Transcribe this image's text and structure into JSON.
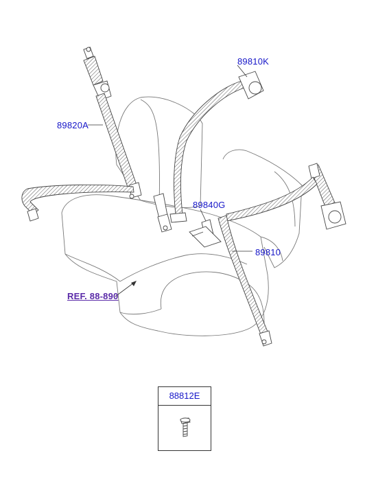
{
  "callouts": {
    "part_89820A": "89820A",
    "part_89810K": "89810K",
    "part_89840G": "89840G",
    "part_89810": "89810",
    "ref_88_890": "REF. 88-890"
  },
  "detail_box": {
    "part_88812E": "88812E"
  },
  "colors": {
    "callout_text": "#1515c8",
    "reference_text": "#5a2aa8",
    "line_art": "#333333"
  }
}
